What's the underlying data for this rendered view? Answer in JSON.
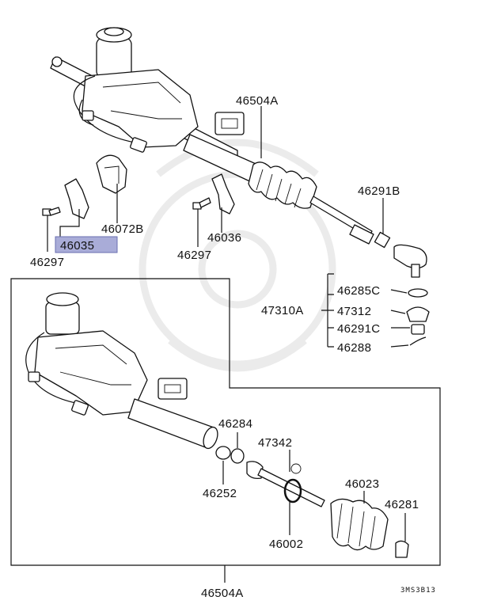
{
  "diagram_code": "3MS3B13",
  "highlighted_part": "46035",
  "labels": {
    "p46504A_top": "46504A",
    "p46291B": "46291B",
    "p46072B": "46072B",
    "p46035": "46035",
    "p46297_left": "46297",
    "p46036": "46036",
    "p46297_mid": "46297",
    "p47310A": "47310A",
    "p46285C": "46285C",
    "p47312": "47312",
    "p46291C": "46291C",
    "p46288": "46288",
    "p46284": "46284",
    "p47342": "47342",
    "p46252": "46252",
    "p46023": "46023",
    "p46281": "46281",
    "p46002": "46002",
    "p46504A_bottom": "46504A"
  }
}
